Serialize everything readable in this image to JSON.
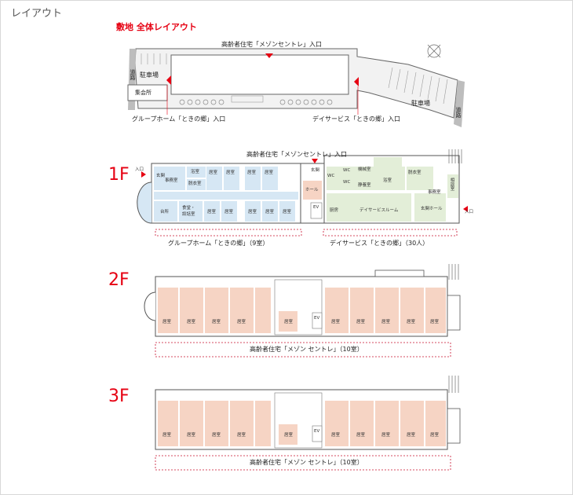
{
  "heading": "レイアウト",
  "site": {
    "title": "敷地 全体レイアウト",
    "entrance_main": "高齢者住宅「メゾンセントレ」入口",
    "entrance_group": "グループホーム「ときの郷」入口",
    "entrance_day": "デイサービス「ときの郷」入口",
    "parking_left": "駐車場",
    "parking_right": "駐車場",
    "road_left": "道路",
    "road_right": "道路",
    "assembly_hall": "集会所"
  },
  "floor1": {
    "label": "1F",
    "entrance_main": "高齢者住宅「メゾンセントレ」入口",
    "entrance_side": "入口",
    "rooms": {
      "entrance_l": "玄関",
      "office_l": "事務室",
      "bath_l": "浴室",
      "dressing_l": "脱衣室",
      "kitchen_l": "台所",
      "dining": "食堂・\n談話室",
      "genkan_c": "玄関",
      "hall": "ホール",
      "ev": "EV",
      "wc1": "WC",
      "wc2": "WC",
      "wc3": "WC",
      "machine": "機械室",
      "quiet": "静養室",
      "bath_r": "浴室",
      "dressing_r": "脱衣室",
      "office_r": "事務室",
      "kitchen_r": "厨房",
      "dayroom": "デイサービスルーム",
      "entrance_hall": "玄関ホール",
      "consult": "相談室",
      "living": "居室"
    },
    "caption_left": "グループホーム「ときの郷」（9室）",
    "caption_right": "デイサービス「ときの郷」（30人）"
  },
  "floor2": {
    "label": "2F",
    "living": "居室",
    "ev": "EV",
    "caption": "高齢者住宅「メゾン セントレ」（10室）"
  },
  "floor3": {
    "label": "3F",
    "living": "居室",
    "ev": "EV",
    "caption": "高齢者住宅「メゾン セントレ」（10室）"
  },
  "colors": {
    "accent": "#e60012",
    "room_pink": "#f6d4c4",
    "room_blue": "#d6e7f4",
    "room_green": "#e3eed8"
  }
}
